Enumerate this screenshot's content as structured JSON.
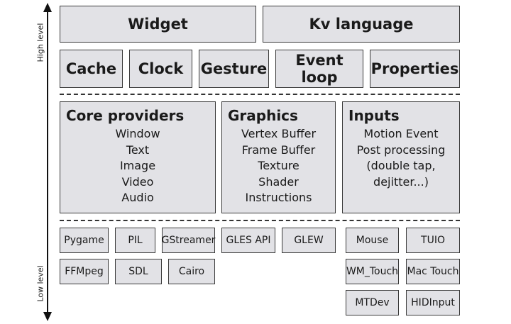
{
  "axis": {
    "high": "High level",
    "low": "Low level"
  },
  "top": {
    "widget": "Widget",
    "kv": "Kv language"
  },
  "row2": {
    "cache": "Cache",
    "clock": "Clock",
    "gesture": "Gesture",
    "event_loop": "Event loop",
    "properties": "Properties"
  },
  "core": {
    "title": "Core providers",
    "items": [
      "Window",
      "Text",
      "Image",
      "Video",
      "Audio"
    ]
  },
  "graphics": {
    "title": "Graphics",
    "items": [
      "Vertex Buffer",
      "Frame Buffer",
      "Texture",
      "Shader",
      "Instructions"
    ]
  },
  "inputs": {
    "title": "Inputs",
    "items": [
      "Motion Event",
      "Post processing",
      "(double tap,",
      "dejitter...)"
    ]
  },
  "low": {
    "pygame": "Pygame",
    "pil": "PIL",
    "gstreamer": "GStreamer",
    "gles": "GLES API",
    "glew": "GLEW",
    "ffmpeg": "FFMpeg",
    "sdl": "SDL",
    "cairo": "Cairo",
    "mouse": "Mouse",
    "tuio": "TUIO",
    "wm_touch": "WM_Touch",
    "mac_touch": "Mac Touch",
    "mtdev": "MTDev",
    "hidinput": "HIDInput"
  }
}
